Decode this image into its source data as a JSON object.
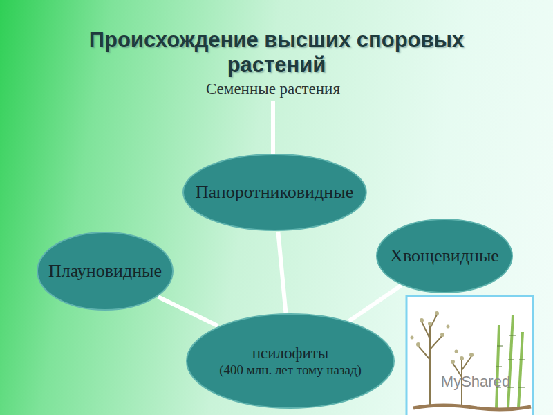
{
  "diagram": {
    "title": "Происхождение высших споровых растений",
    "nodes": [
      {
        "text": [
          "Папоротниковидные"
        ]
      },
      {
        "text": [
          "Плауновидные"
        ]
      },
      {
        "text": [
          "Хвощевидные"
        ]
      },
      {
        "text": [
          "псилофиты",
          "(400 млн. лет тому назад)"
        ]
      }
    ],
    "edges": [
      {
        "from": 3,
        "to": 0,
        "arrow": "none"
      },
      {
        "from": 3,
        "to": 1,
        "arrow": "none"
      },
      {
        "from": 3,
        "to": 2,
        "arrow": "none"
      }
    ],
    "labels": [
      "Семенные растения",
      "MyShared"
    ]
  }
}
